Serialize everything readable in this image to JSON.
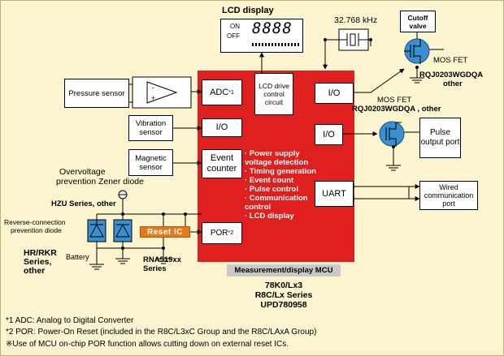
{
  "diagram": {
    "lcd_display": {
      "title": "LCD display",
      "on": "ON",
      "off": "OFF",
      "digits": "8888"
    },
    "crystal": {
      "label": "32.768 kHz"
    },
    "cutoff_valve": {
      "label": "Cutoff valve"
    },
    "mos_fet_top": {
      "label1": "MOS FET",
      "label2": "RQJ0203WGDQA",
      "label3": "other"
    },
    "mos_fet_mid": {
      "label1": "MOS FET",
      "label2": "RQJ0203WGDQA , other"
    },
    "pressure_sensor": {
      "label": "Pressure sensor"
    },
    "vibration_sensor": {
      "label": "Vibration sensor"
    },
    "magnetic_sensor": {
      "label": "Magnetic sensor"
    },
    "zener_label": {
      "line1": "Overvoltage",
      "line2": "prevention Zener diode"
    },
    "hzu_label": "HZU Series, other",
    "reverse_diode_label": {
      "line1": "Reverse-connection",
      "line2": "prevention diode"
    },
    "hr_label": {
      "line1": "HR/RKR",
      "line2": "Series,",
      "line3": "other"
    },
    "battery_label": "Battery",
    "reset_ic": {
      "label": "Reset IC"
    },
    "rna_label": {
      "line1": "RNA519xx",
      "line2": "Series"
    },
    "pulse_output": {
      "label": "Pulse output port"
    },
    "wired_comm": {
      "label": "Wired communication port"
    },
    "mcu": {
      "adc": "ADC",
      "adc_sup": "*1",
      "lcd_drive": "LCD drive control circuit",
      "io_vibration": "I/O",
      "io_valve": "I/O",
      "io_pulse": "I/O",
      "event_counter": "Event counter",
      "uart": "UART",
      "por": "POR",
      "por_sup": "*2",
      "features": [
        "· Power supply voltage detection",
        "· Timing generation",
        "· Event count",
        "· Pulse control",
        "· Communication control",
        "· LCD display"
      ],
      "caption": "Measurement/display MCU",
      "series": [
        "78K0/Lx3",
        "R8C/Lx Series",
        "UPD780958"
      ]
    }
  },
  "notes": [
    "*1 ADC: Analog to Digital Converter",
    "*2 POR: Power-On Reset (included in the R8C/L3xC Group and the R8C/LAxA Group)",
    "※Use of MCU on-chip POR function allows cutting down on external reset ICs."
  ],
  "colors": {
    "mcu": "#e0201f",
    "background": "#fcf3cf",
    "reset_ic": "#e8781a",
    "fet": "#3a8fd0",
    "caption_bg": "#c9c9c9"
  }
}
